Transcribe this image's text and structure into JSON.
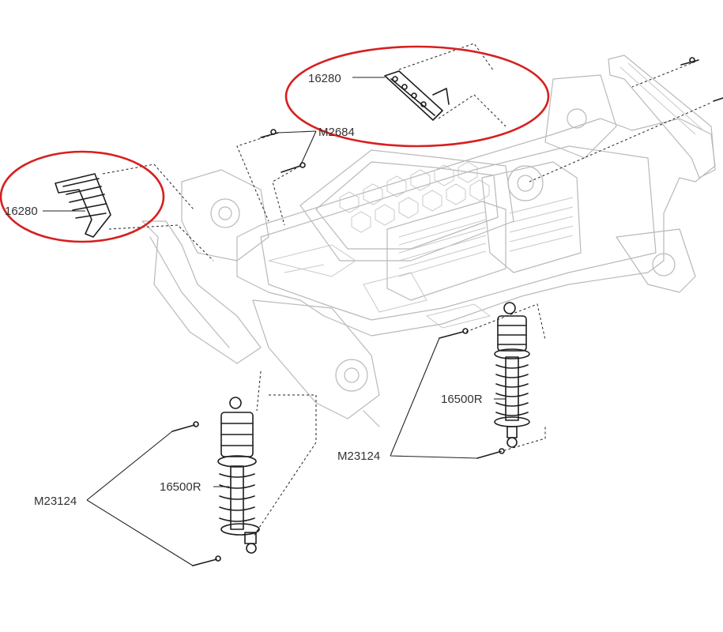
{
  "colors": {
    "highlight": "#d62020",
    "line_art": "#b9b9b9",
    "parts": "#1d1d1d",
    "text": "#333333"
  },
  "callouts": {
    "bumper_mount_top": "16280",
    "bumper_mount_left": "16280",
    "body_screw": "M2684",
    "shock_right": "16500R",
    "shock_left": "16500R",
    "screw_right": "M23124",
    "screw_left": "M23124"
  }
}
